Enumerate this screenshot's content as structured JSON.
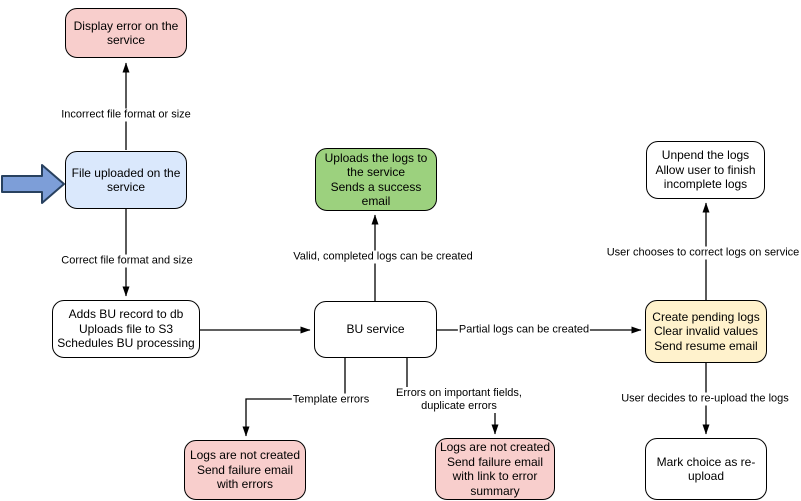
{
  "diagram": {
    "nodes": {
      "display_error": {
        "lines": [
          "Display error on the",
          "service"
        ]
      },
      "file_uploaded": {
        "lines": [
          "File uploaded on the",
          "service"
        ]
      },
      "adds_bu_record": {
        "lines": [
          "Adds BU record to db",
          "Uploads file to S3",
          "Schedules BU processing"
        ]
      },
      "uploads_logs": {
        "lines": [
          "Uploads the logs to",
          "the service",
          "Sends a success",
          "email"
        ]
      },
      "bu_service": {
        "lines": [
          "BU service"
        ]
      },
      "unpend_logs": {
        "lines": [
          "Unpend the logs",
          "Allow user to finish",
          "incomplete logs"
        ]
      },
      "create_pending_logs": {
        "lines": [
          "Create pending logs",
          "Clear invalid values",
          "Send resume email"
        ]
      },
      "logs_not_created_errors": {
        "lines": [
          "Logs are not created",
          "Send failure email",
          "with errors"
        ]
      },
      "logs_not_created_summary": {
        "lines": [
          "Logs are not created",
          "Send failure email",
          "with link to error",
          "summary"
        ]
      },
      "mark_reupload": {
        "lines": [
          "Mark choice as re-",
          "upload"
        ]
      }
    },
    "edge_labels": {
      "incorrect_format": "Incorrect file format or size",
      "correct_format": "Correct file format and size",
      "valid_logs": "Valid, completed logs can be created",
      "partial_logs": "Partial logs can be created",
      "user_chooses": "User chooses to correct logs on service",
      "user_decides": "User decides to re-upload the logs",
      "template_errors": "Template errors",
      "field_errors": [
        "Errors on important fields,",
        "duplicate errors"
      ]
    },
    "colors": {
      "node_pink": "#f8cecc",
      "node_blue": "#dae8fc",
      "node_green": "#9cd17e",
      "node_yellow": "#fff2cc",
      "node_white": "#ffffff",
      "node_border": "#000000",
      "edge_stroke": "#000000",
      "pointer_fill": "#7d9ed8",
      "pointer_border": "#28415f"
    }
  }
}
